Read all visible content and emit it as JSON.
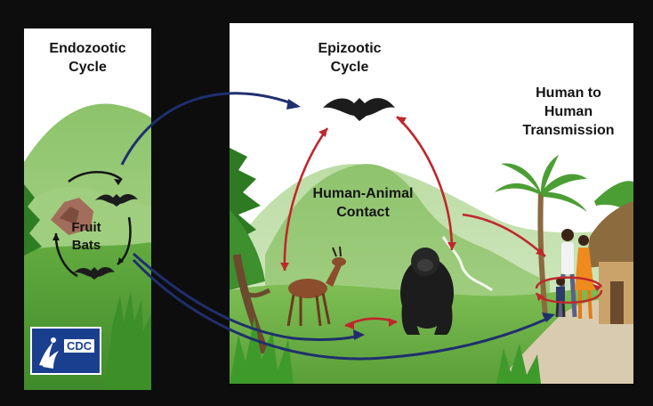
{
  "labels": {
    "endozootic": [
      "Endozootic",
      "Cycle"
    ],
    "epizootic": [
      "Epizootic",
      "Cycle"
    ],
    "human_transmission": [
      "Human to",
      "Human",
      "Transmission"
    ],
    "human_animal": [
      "Human-Animal",
      "Contact"
    ],
    "fruit_bats": [
      "Fruit",
      "Bats"
    ]
  },
  "logo": {
    "text": "CDC",
    "icon": "hhs-eagle-icon"
  },
  "colors": {
    "background": "#0d0d0d",
    "sky": "#ffffff",
    "mountain": "#8fc16b",
    "grass": "#5ea43b",
    "red_arrow": "#c0262c",
    "blue_arrow": "#1f2f6e"
  }
}
